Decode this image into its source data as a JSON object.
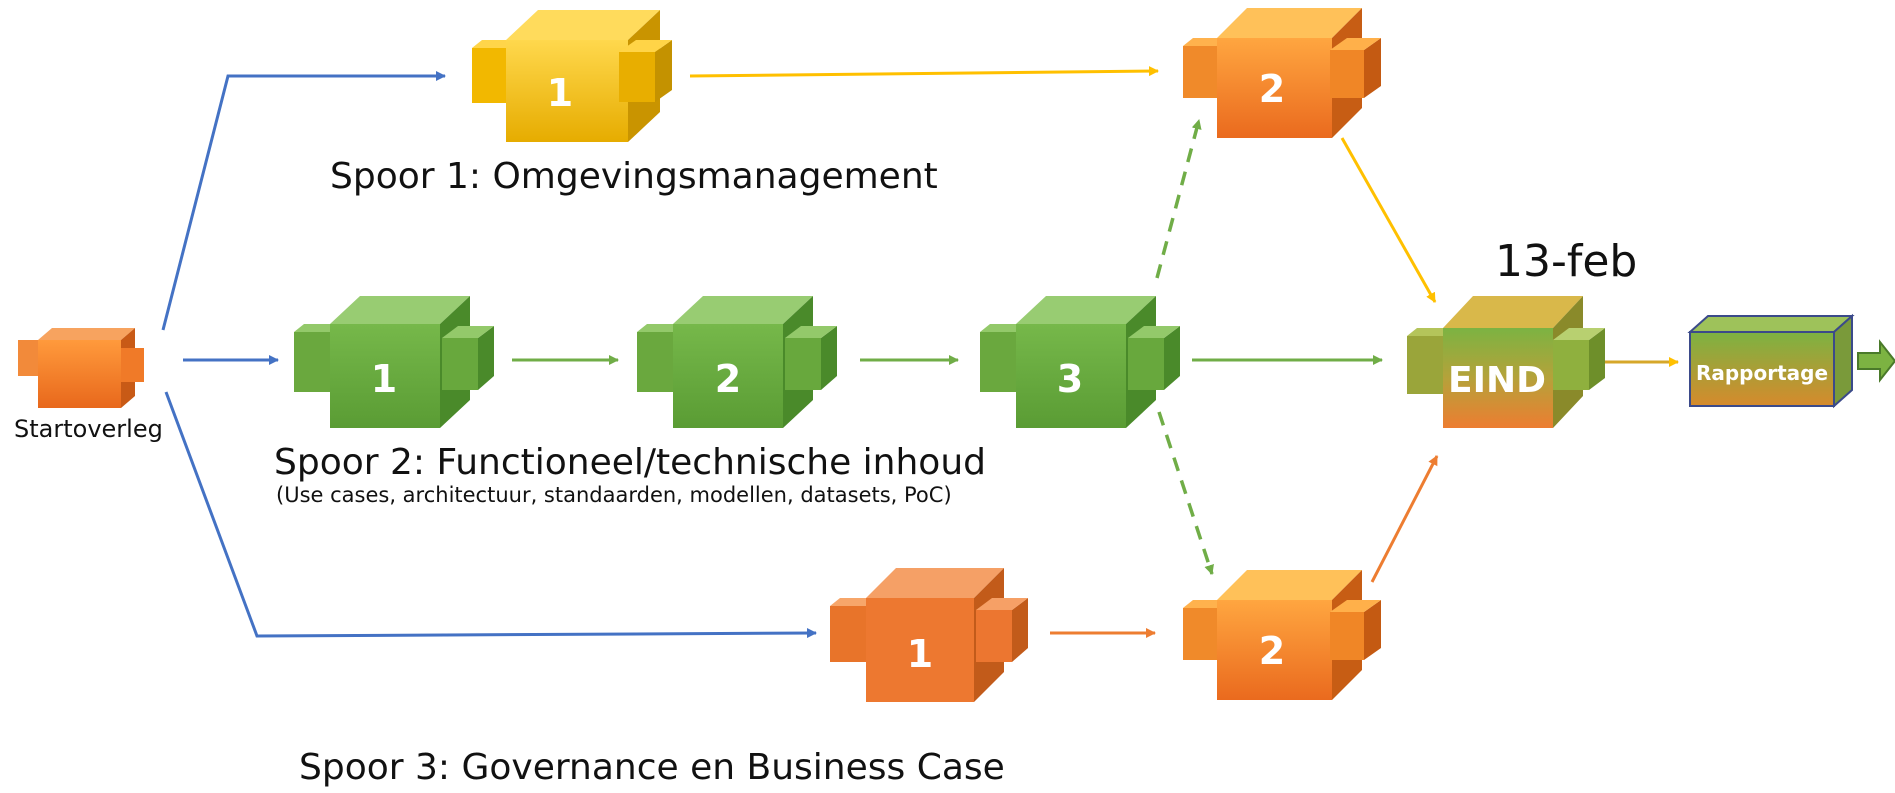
{
  "start": {
    "label": "Startoverleg"
  },
  "tracks": {
    "track1": {
      "title": "Spoor 1: Omgevingsmanagement",
      "steps": [
        "1",
        "2"
      ]
    },
    "track2": {
      "title": "Spoor 2: Functioneel/technische inhoud",
      "subtitle": "(Use cases, architectuur, standaarden, modellen, datasets, PoC)",
      "steps": [
        "1",
        "2",
        "3"
      ]
    },
    "track3": {
      "title": "Spoor 3: Governance en Business Case",
      "steps": [
        "1",
        "2"
      ]
    }
  },
  "end": {
    "label": "EIND",
    "date": "13-feb"
  },
  "report": {
    "label": "Rapportage"
  },
  "colors": {
    "blue_arrow": "#4472c4",
    "yellow": "#ffc000",
    "orange": "#ed7d31",
    "green": "#70ad47"
  }
}
